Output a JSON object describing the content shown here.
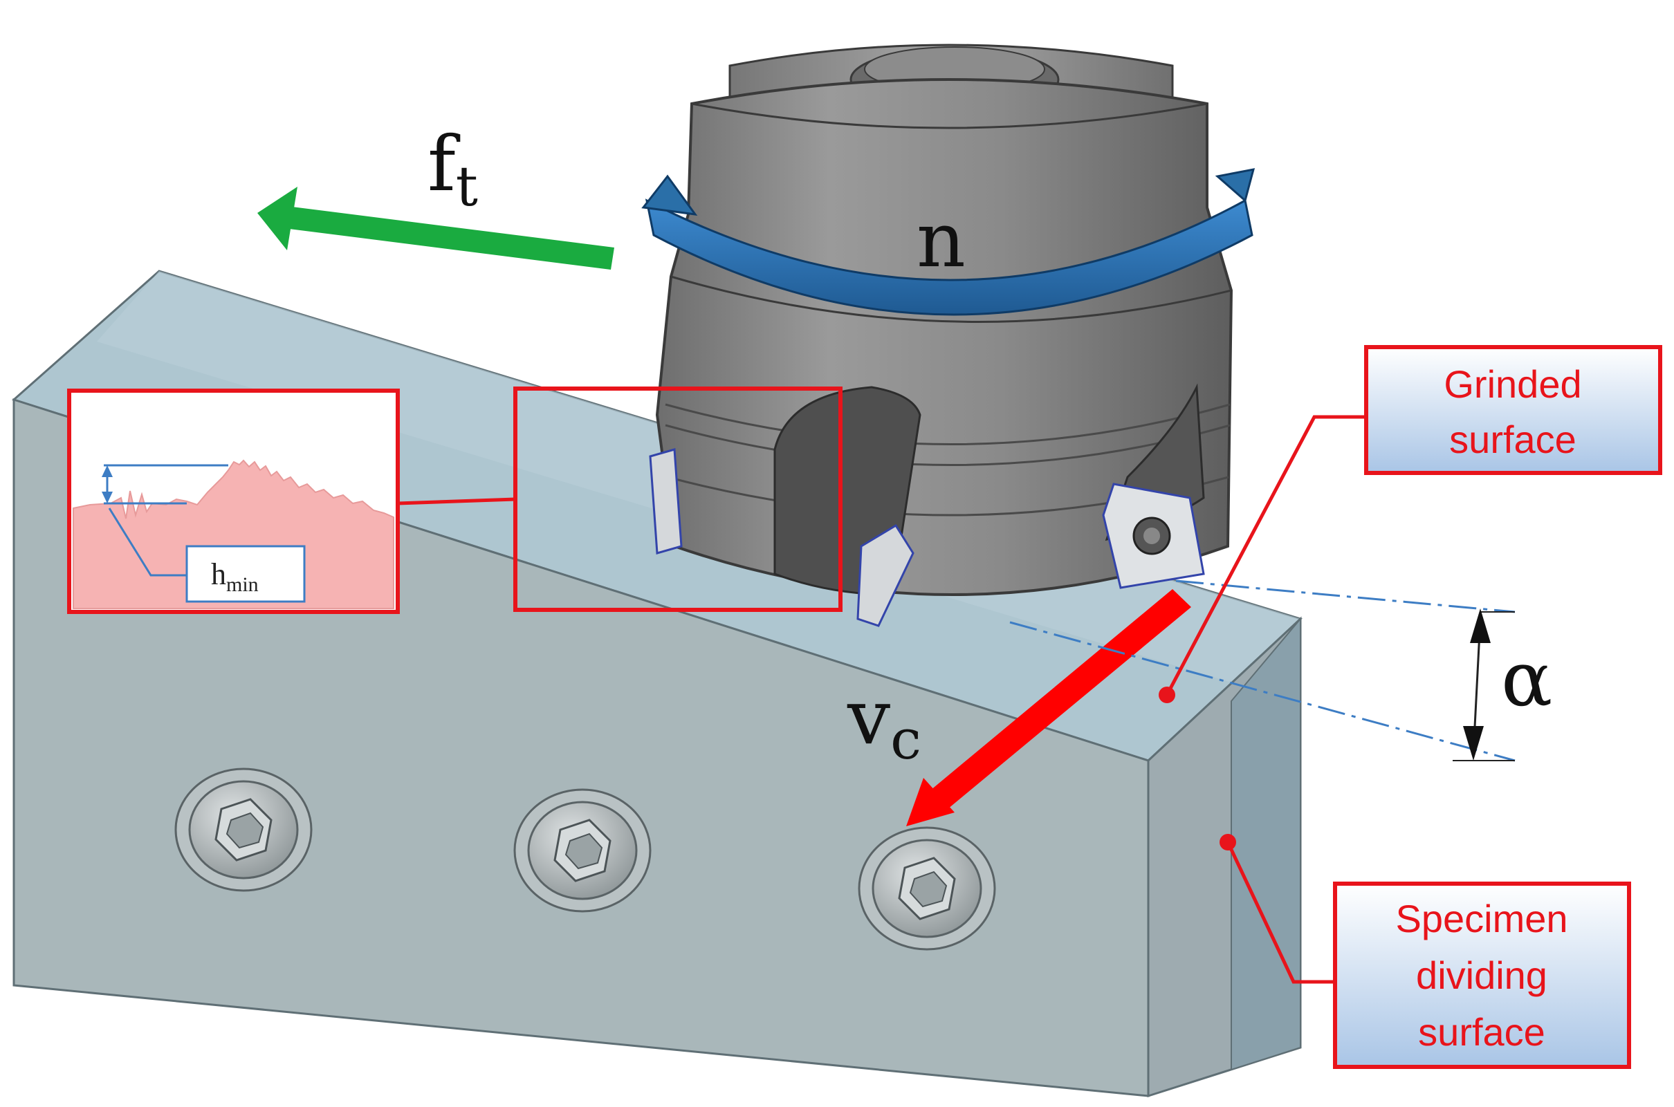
{
  "labels": {
    "feed_main": "f",
    "feed_sub": "t",
    "rotation": "n",
    "cutting_speed_main": "v",
    "cutting_speed_sub": "c",
    "angle": "α",
    "hmin_main": "h",
    "hmin_sub": "min"
  },
  "callouts": {
    "grinded": [
      "Grinded",
      "surface"
    ],
    "dividing": [
      "Specimen",
      "dividing",
      "surface"
    ]
  },
  "colors": {
    "feed_arrow": "#1aab40",
    "rotation_arrow": "#2a6fa8",
    "speed_arrow": "#ff0000",
    "callout_border": "#e8141b",
    "callout_text": "#e8141b",
    "profile_fill": "#f6b3b3",
    "dimension_line": "#3d7dc4"
  },
  "icons": [
    "hex-socket-screw-icon",
    "hex-socket-screw-icon",
    "hex-socket-screw-icon",
    "insert-screw-icon"
  ]
}
